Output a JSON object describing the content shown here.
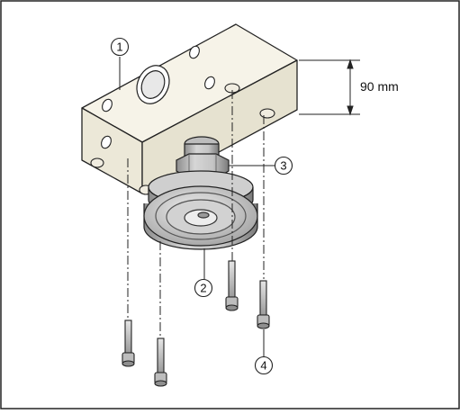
{
  "dimension": {
    "label": "90 mm"
  },
  "callouts": [
    {
      "number": "1",
      "part": "flange-block"
    },
    {
      "number": "2",
      "part": "sensor-diaphragm"
    },
    {
      "number": "3",
      "part": "hex-nut"
    },
    {
      "number": "4",
      "part": "socket-head-screw"
    }
  ],
  "colors": {
    "block_light": "#f5f2e6",
    "block_shade": "#e4e0d0",
    "metal_light": "#dcdcdc",
    "metal_mid": "#b4b4b4",
    "metal_dark": "#7e7e7e",
    "line": "#222222"
  }
}
